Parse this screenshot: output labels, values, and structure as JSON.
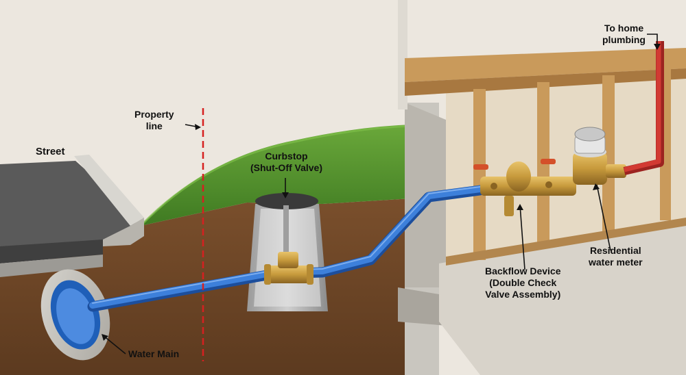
{
  "labels": {
    "street": "Street",
    "property_line": [
      "Property",
      "line"
    ],
    "curbstop": [
      "Curbstop",
      "(Shut-Off Valve)"
    ],
    "backflow": [
      "Backflow Device",
      "(Double Check",
      "Valve Assembly)"
    ],
    "meter": [
      "Residential",
      "water meter"
    ],
    "home_plumbing": [
      "To home",
      "plumbing"
    ],
    "water_main": "Water Main"
  },
  "colors": {
    "wall": "#ece7df",
    "grass": "#4f8f2c",
    "soil": "#6b4527",
    "pipe": "#2f6fcb",
    "brass": "#c79a3c",
    "copper_red": "#c9302c",
    "property_line": "#d62020",
    "concrete": "#bdbab3",
    "wood": "#c99a5b"
  }
}
